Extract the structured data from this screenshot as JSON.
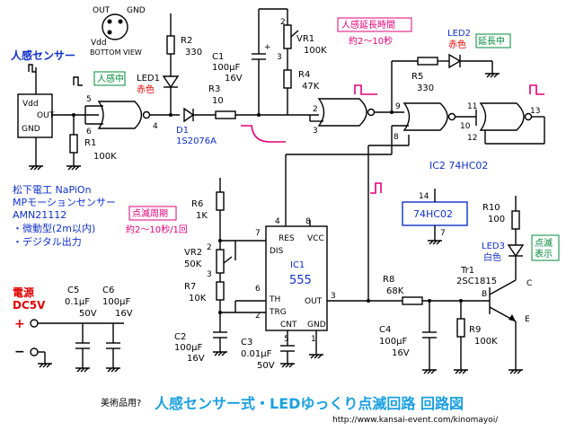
{
  "title": {
    "prefix": "美術品用?",
    "main": "人感センサー式・LEDゆっくり点滅回路 回路図",
    "url": "http://www.kansai-event.com/kinomayoi/"
  },
  "labels": {
    "sensor_heading": "人感センサー",
    "sensor_desc": [
      "松下電工 NaPiOn",
      "MPモーションセンサー",
      "AMN21112",
      "・微動型(2m以内)",
      "・デジタル出力"
    ],
    "bottom_view": "BOTTOM VIEW",
    "out": "OUT",
    "gnd": "GND",
    "vdd": "Vdd",
    "jinkan_chu": "人感中",
    "jinkan_enchou": "人感延長時間",
    "jinkan_time": "約2～10秒",
    "enchou_chu": "延長中",
    "tenmetsu_shuuki": "点滅周期",
    "tenmetsu_time": "約2～10秒/1回",
    "tenmetsu_hyouji": [
      "点滅",
      "表示"
    ],
    "power": "電源",
    "power_v": "DC5V",
    "ic2": "IC2 74HC02",
    "ic_box": "74HC02",
    "ic1": "IC1",
    "ic1_555": "555",
    "plus": "+",
    "minus": "−"
  },
  "components": {
    "R1": [
      "R1",
      "100K"
    ],
    "R2": [
      "R2",
      "330"
    ],
    "R3": [
      "R3",
      "10"
    ],
    "R4": [
      "R4",
      "47K"
    ],
    "R5": [
      "R5",
      "330"
    ],
    "R6": [
      "R6",
      "1K"
    ],
    "R7": [
      "R7",
      "10K"
    ],
    "R8": [
      "R8",
      "68K"
    ],
    "R9": [
      "R9",
      "100K"
    ],
    "R10": [
      "R10",
      "100"
    ],
    "VR1": [
      "VR1",
      "100K"
    ],
    "VR2": [
      "VR2",
      "50K"
    ],
    "C1": [
      "C1",
      "100μF",
      "16V"
    ],
    "C2": [
      "C2",
      "100μF",
      "16V"
    ],
    "C3": [
      "C3",
      "0.01μF",
      "50V"
    ],
    "C4": [
      "C4",
      "100μF",
      "16V"
    ],
    "C5": [
      "C5",
      "0.1μF",
      "50V"
    ],
    "C6": [
      "C6",
      "100μF",
      "16V"
    ],
    "D1": [
      "D1",
      "1S2076A"
    ],
    "LED1": [
      "LED1",
      "赤色"
    ],
    "LED2": [
      "LED2",
      "赤色"
    ],
    "LED3": [
      "LED3",
      "白色"
    ],
    "Tr1": [
      "Tr1",
      "2SC1815"
    ]
  },
  "pins": {
    "ic1": {
      "res": "RES",
      "vcc": "VCC",
      "dis": "DIS",
      "th": "TH",
      "trg": "TRG",
      "cnt": "CNT",
      "gnd": "GND",
      "out": "OUT"
    },
    "numbers": [
      "1",
      "2",
      "3",
      "4",
      "5",
      "6",
      "7",
      "8",
      "9",
      "10",
      "11",
      "12",
      "13",
      "14"
    ],
    "transistor": {
      "b": "B",
      "c": "C",
      "e": "E"
    }
  }
}
